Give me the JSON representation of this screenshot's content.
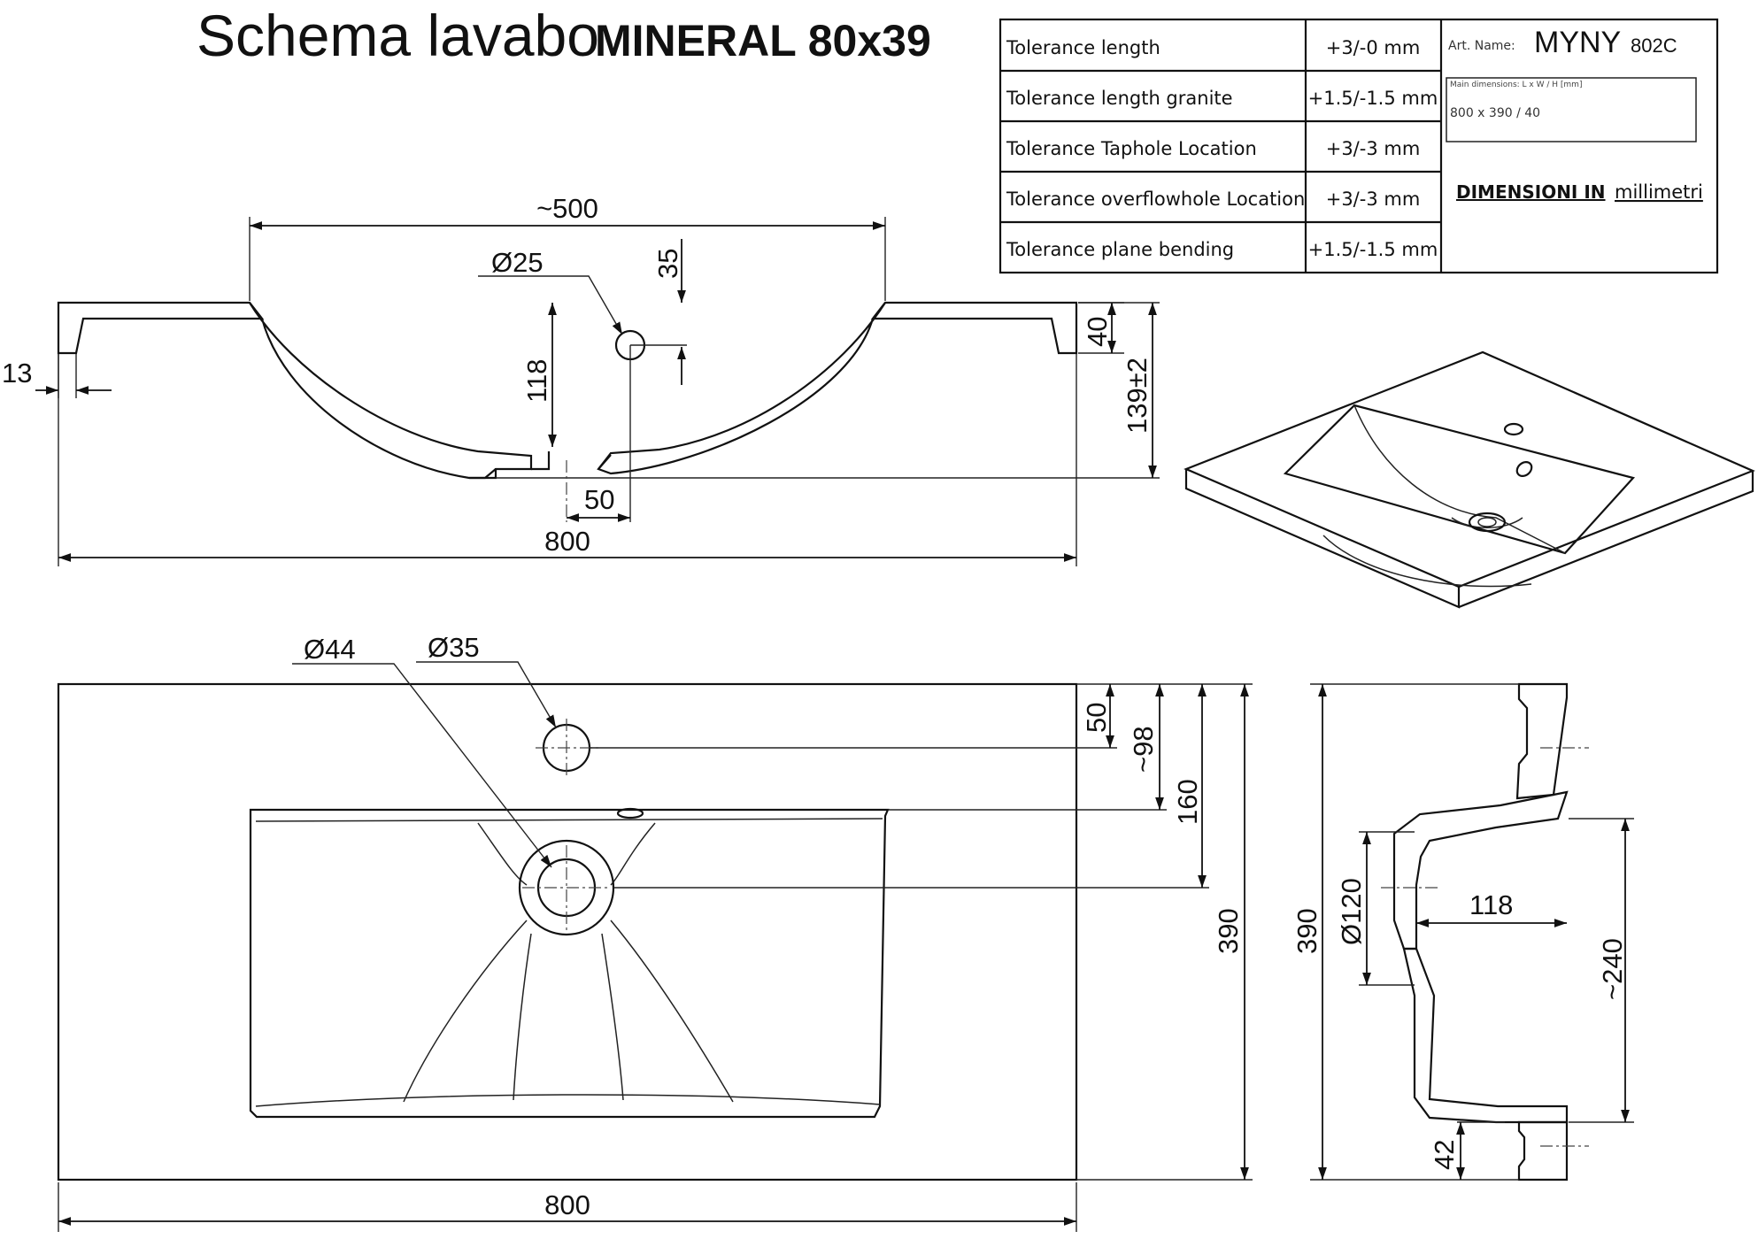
{
  "title": {
    "prefix": "Schema lavabo",
    "model": "MINERAL 80x39"
  },
  "tolerance_table": {
    "rows": [
      {
        "label": "Tolerance length",
        "value": "+3/-0 mm"
      },
      {
        "label": "Tolerance length granite",
        "value": "+1.5/-1.5 mm"
      },
      {
        "label": "Tolerance Taphole Location",
        "value": "+3/-3 mm"
      },
      {
        "label": "Tolerance overflowhole Location",
        "value": "+3/-3 mm"
      },
      {
        "label": "Tolerance plane bending",
        "value": "+1.5/-1.5 mm"
      }
    ],
    "art_name_label": "Art. Name:",
    "art_name_main": "MYNY",
    "art_name_code": "802C",
    "main_dim_label": "Main dimensions: L x W / H [mm]",
    "main_dim_value": "800 x 390 / 40",
    "units_bold": "DIMENSIONI IN",
    "units_plain": "millimetri"
  },
  "front_section": {
    "dims": {
      "bowl_width": "~500",
      "tap_hole_dia": "Ø25",
      "overflow_offset": "35",
      "bowl_depth": "118",
      "edge_thickness": "13",
      "slab_thickness": "40",
      "total_height": "139±2",
      "drain_offset": "50",
      "total_length": "800"
    }
  },
  "top_view": {
    "dims": {
      "drain_dia": "Ø44",
      "tap_hole_dia": "Ø35",
      "tap_from_back": "50",
      "bowl_from_back": "~98",
      "drain_from_back": "160",
      "total_depth": "390",
      "total_length": "800"
    }
  },
  "side_section": {
    "dims": {
      "total_depth": "390",
      "drain_dia": "Ø120",
      "drain_offset": "118",
      "bowl_depth": "~240",
      "front_edge": "42"
    }
  }
}
